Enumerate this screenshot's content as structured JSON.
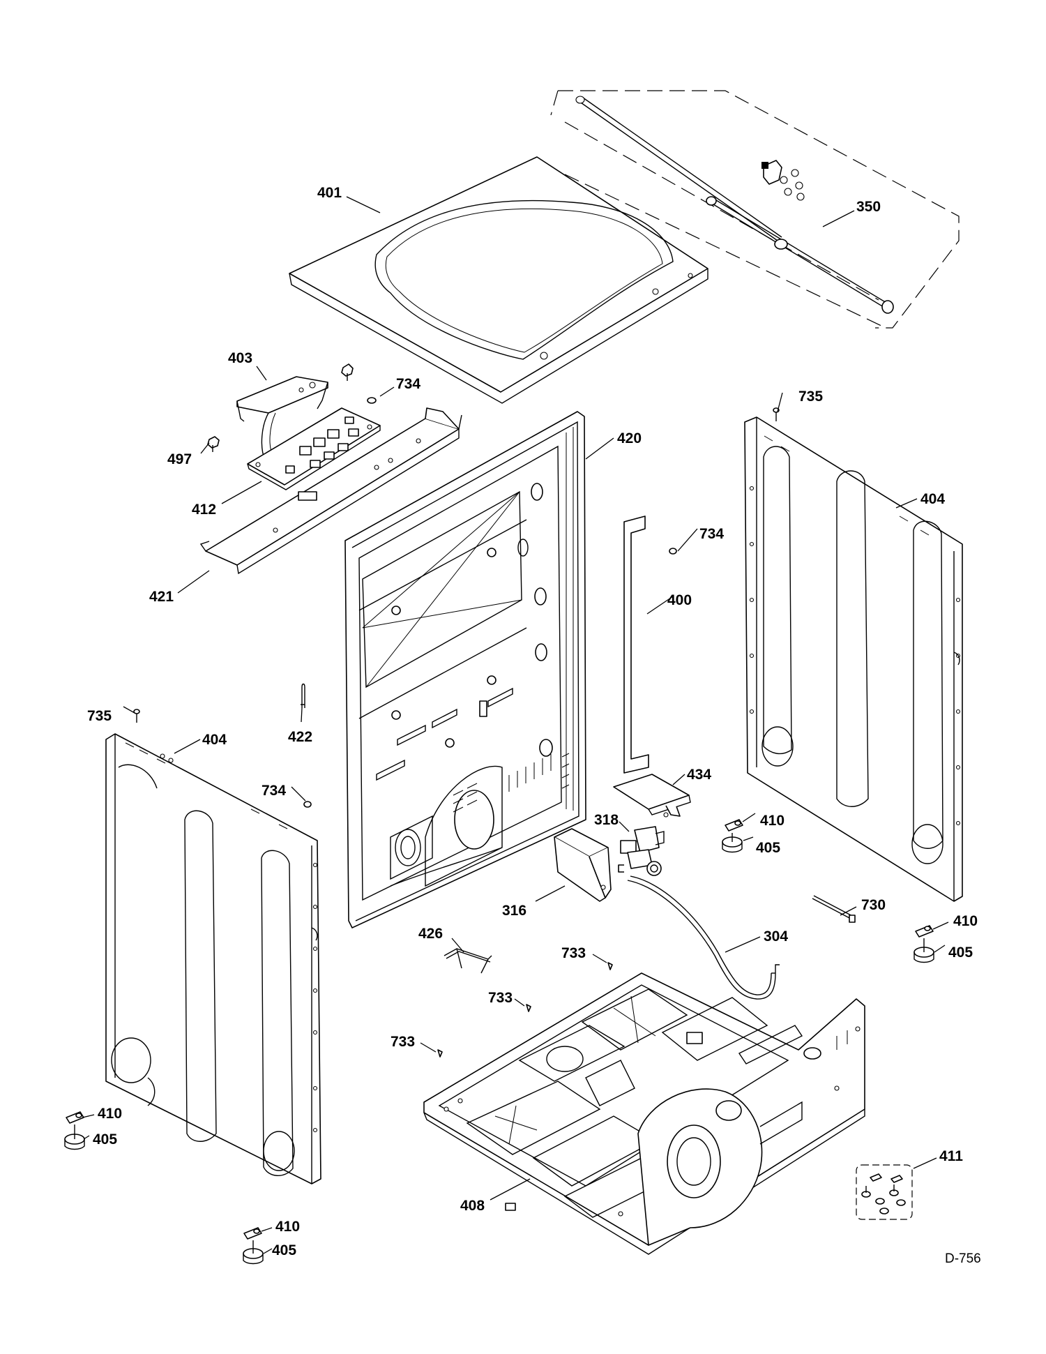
{
  "diagram": {
    "code": "D-756",
    "callouts": {
      "c401": "401",
      "c350": "350",
      "c403": "403",
      "c734a": "734",
      "c497": "497",
      "c412": "412",
      "c421": "421",
      "c420": "420",
      "c735a": "735",
      "c404a": "404",
      "c734b": "734",
      "c400": "400",
      "c735b": "735",
      "c422": "422",
      "c404b": "404",
      "c734c": "734",
      "c434": "434",
      "c318": "318",
      "c410a": "410",
      "c405a": "405",
      "c316": "316",
      "c730": "730",
      "c410b": "410",
      "c405b": "405",
      "c426": "426",
      "c733a": "733",
      "c304": "304",
      "c733b": "733",
      "c733c": "733",
      "c410c": "410",
      "c405c": "405",
      "c411": "411",
      "c408": "408",
      "c410d": "410",
      "c405d": "405"
    }
  }
}
